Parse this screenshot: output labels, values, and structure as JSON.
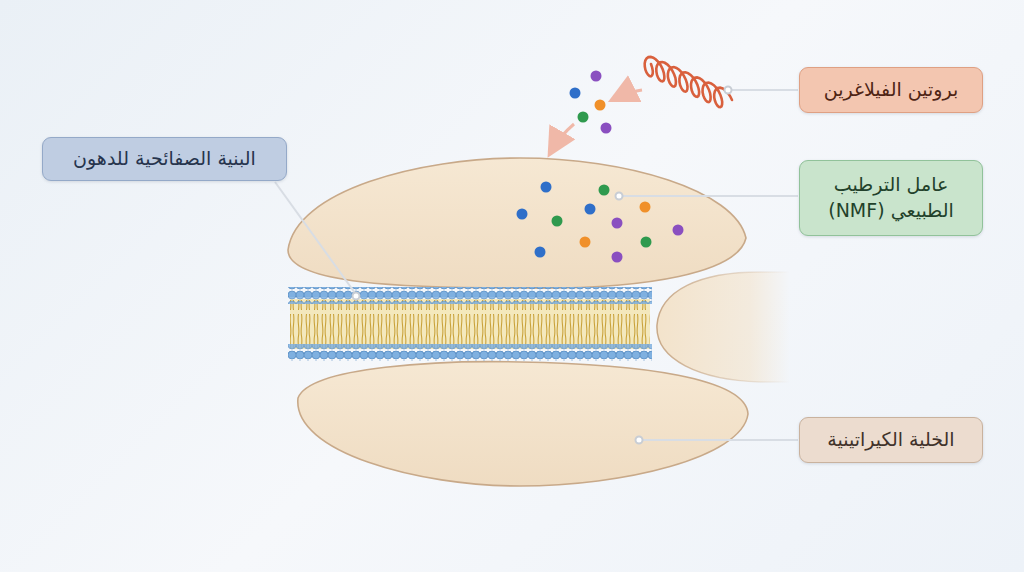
{
  "diagram": {
    "nodes": [
      {
        "text": [
          "بروتين الفيلاغرين"
        ]
      },
      {
        "text": [
          "البنية الصفائحية للدهون"
        ]
      },
      {
        "text": [
          "عامل الترطيب الطبيعي (NMF)"
        ]
      },
      {
        "text": [
          "الخلية الكيراتينية"
        ]
      }
    ]
  }
}
